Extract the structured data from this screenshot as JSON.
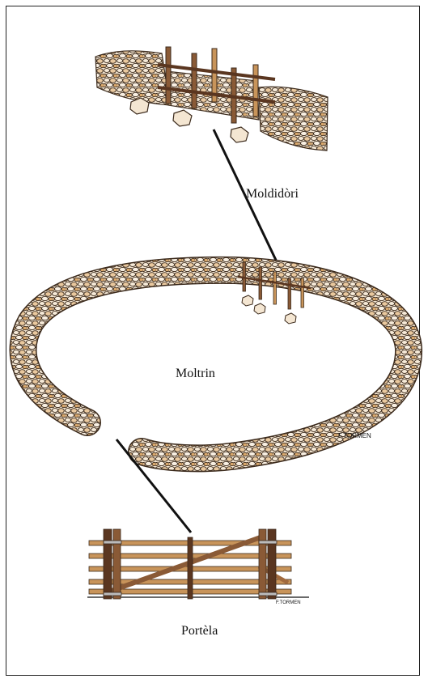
{
  "labels": {
    "top": "Moldidòri",
    "middle": "Moltrin",
    "bottom": "Portèla"
  },
  "signatures": [
    "F.TORMEN",
    "F.TORMEN"
  ],
  "colors": {
    "stone_fill": "#f4e6d2",
    "stone_shade": "#d9a86c",
    "stone_outline": "#3b2a1c",
    "wood_dark": "#5a3620",
    "wood_mid": "#8a5a36",
    "wood_light": "#c8945a",
    "line": "#111111",
    "border": "#222222"
  }
}
